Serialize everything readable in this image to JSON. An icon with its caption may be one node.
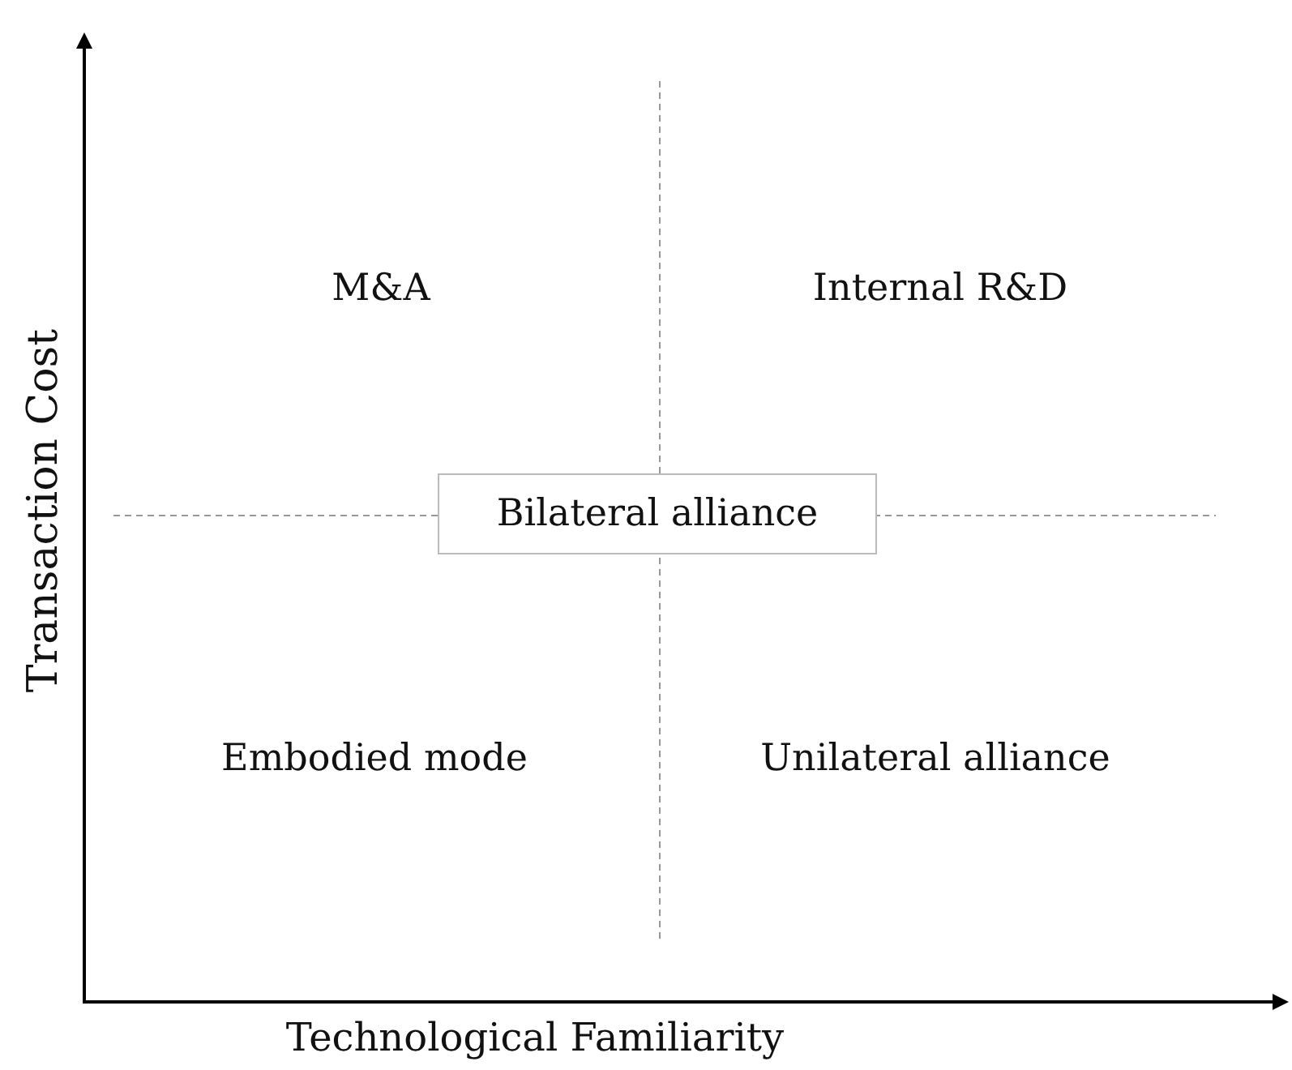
{
  "diagram": {
    "nodes": [
      {
        "text": [
          "Bilateral alliance"
        ]
      }
    ],
    "labels": [
      "Transaction Cost",
      "M&A",
      "Internal R&D",
      "Embodied mode",
      "Unilateral alliance",
      "Technological Familiarity"
    ]
  }
}
